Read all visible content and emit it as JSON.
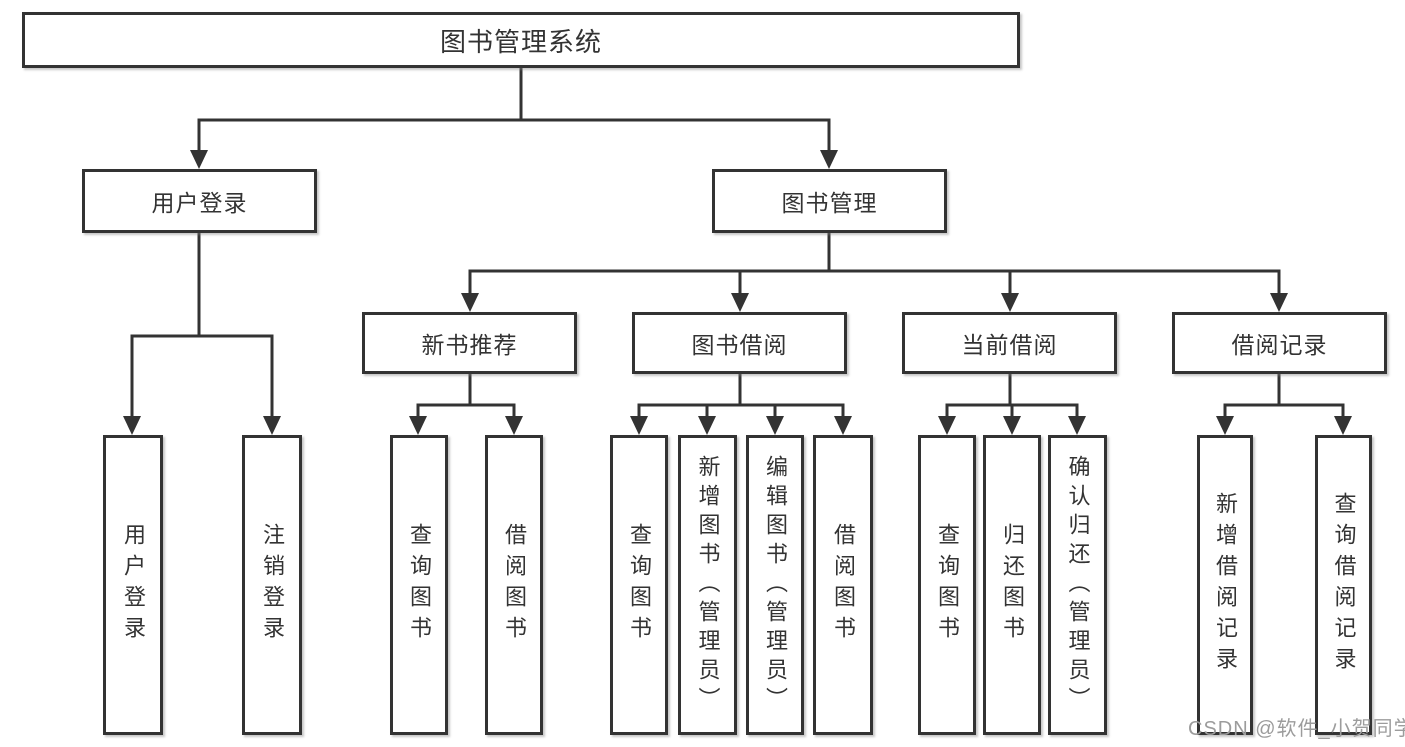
{
  "diagram": {
    "title": "图书管理系统",
    "watermark": "CSDN @软件_小贺同学",
    "colors": {
      "line": "#333333",
      "box_border": "#333333",
      "box_background": "#ffffff",
      "text": "#333333",
      "watermark": "#9c9c9c"
    },
    "nodes": {
      "root": "图书管理系统",
      "user_login": "用户登录",
      "book_management": "图书管理",
      "new_book_recommend": "新书推荐",
      "book_borrowing": "图书借阅",
      "current_borrowing": "当前借阅",
      "borrowing_records": "借阅记录",
      "login": "用户登录",
      "logout": "注销登录",
      "recommend_query_books": "查询图书",
      "recommend_borrow_books": "借阅图书",
      "borrowing_query_books": "查询图书",
      "borrowing_add_books": "新增图书（管理员）",
      "borrowing_edit_books": "编辑图书（管理员）",
      "borrowing_borrow_books": "借阅图书",
      "current_query_books": "查询图书",
      "current_return_books": "归还图书",
      "current_confirm_return": "确认归还（管理员）",
      "records_add_record": "新增借阅记录",
      "records_query_record": "查询借阅记录"
    },
    "edges": [
      [
        "root",
        "user_login"
      ],
      [
        "root",
        "book_management"
      ],
      [
        "user_login",
        "login"
      ],
      [
        "user_login",
        "logout"
      ],
      [
        "book_management",
        "new_book_recommend"
      ],
      [
        "book_management",
        "book_borrowing"
      ],
      [
        "book_management",
        "current_borrowing"
      ],
      [
        "book_management",
        "borrowing_records"
      ],
      [
        "new_book_recommend",
        "recommend_query_books"
      ],
      [
        "new_book_recommend",
        "recommend_borrow_books"
      ],
      [
        "book_borrowing",
        "borrowing_query_books"
      ],
      [
        "book_borrowing",
        "borrowing_add_books"
      ],
      [
        "book_borrowing",
        "borrowing_edit_books"
      ],
      [
        "book_borrowing",
        "borrowing_borrow_books"
      ],
      [
        "current_borrowing",
        "current_query_books"
      ],
      [
        "current_borrowing",
        "current_return_books"
      ],
      [
        "current_borrowing",
        "current_confirm_return"
      ],
      [
        "borrowing_records",
        "records_add_record"
      ],
      [
        "borrowing_records",
        "records_query_record"
      ]
    ]
  }
}
